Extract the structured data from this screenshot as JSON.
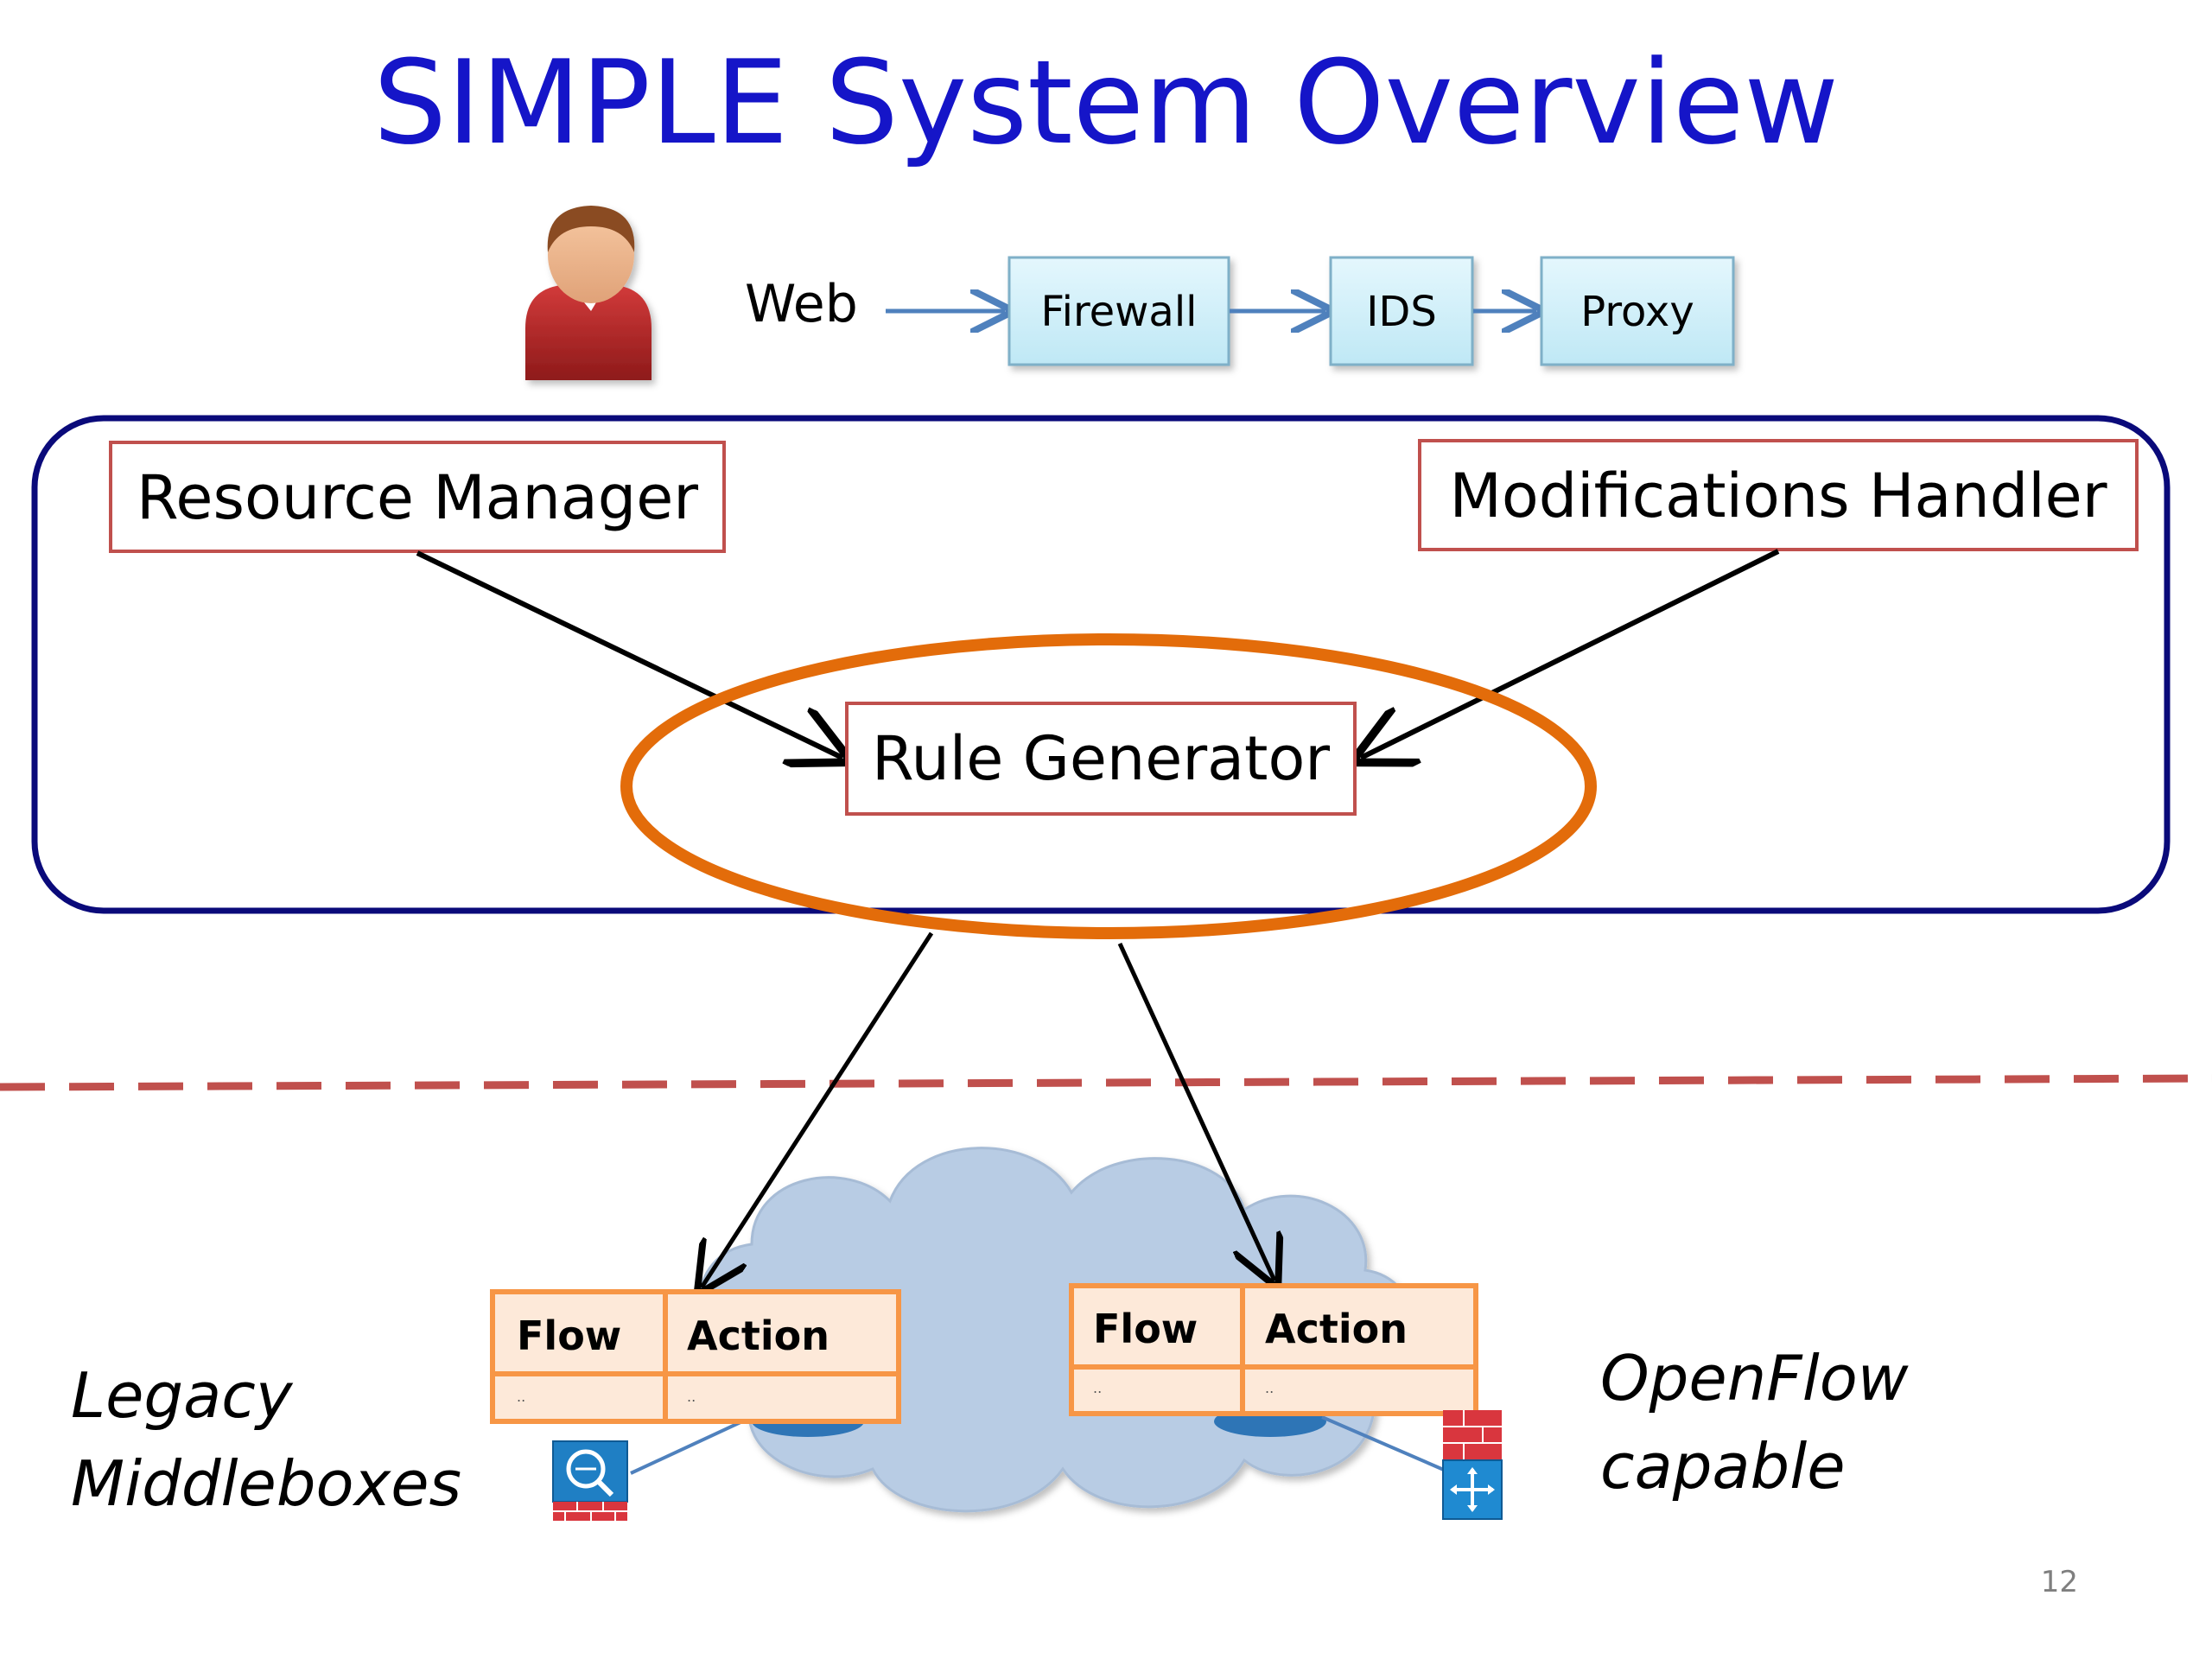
{
  "slide": {
    "title": "SIMPLE System Overview",
    "page_number": "12"
  },
  "policy_chain": {
    "source_label": "Web",
    "nodes": [
      "Firewall",
      "IDS",
      "Proxy"
    ]
  },
  "controller": {
    "resource_manager": "Resource Manager",
    "modifications_handler": "Modifications Handler",
    "rule_generator": "Rule Generator"
  },
  "data_plane": {
    "left_label_line1": "Legacy",
    "left_label_line2": "Middleboxes",
    "right_label_line1": "OpenFlow",
    "right_label_line2": "capable",
    "table_left": {
      "col1": "Flow",
      "col2": "Action",
      "cell1": "..",
      "cell2": ".."
    },
    "table_right": {
      "col1": "Flow",
      "col2": "Action",
      "cell1": "..",
      "cell2": ".."
    }
  },
  "colors": {
    "title": "#1515c8",
    "controller_border": "#0a0a7a",
    "module_border": "#c0504d",
    "highlight_ellipse": "#e36c0a",
    "chain_box_fill": "#cfeffa",
    "chain_box_border": "#7fb0c8",
    "chain_arrow": "#4f81bd",
    "divider": "#c0504d",
    "table_border": "#f79646",
    "table_fill": "#fde9d9",
    "cloud_fill": "#b8cce4"
  },
  "icons": {
    "user": "user-icon",
    "legacy_middlebox": "middlebox-firewall-icon",
    "openflow_switch": "openflow-switch-icon",
    "cloud": "network-cloud"
  }
}
